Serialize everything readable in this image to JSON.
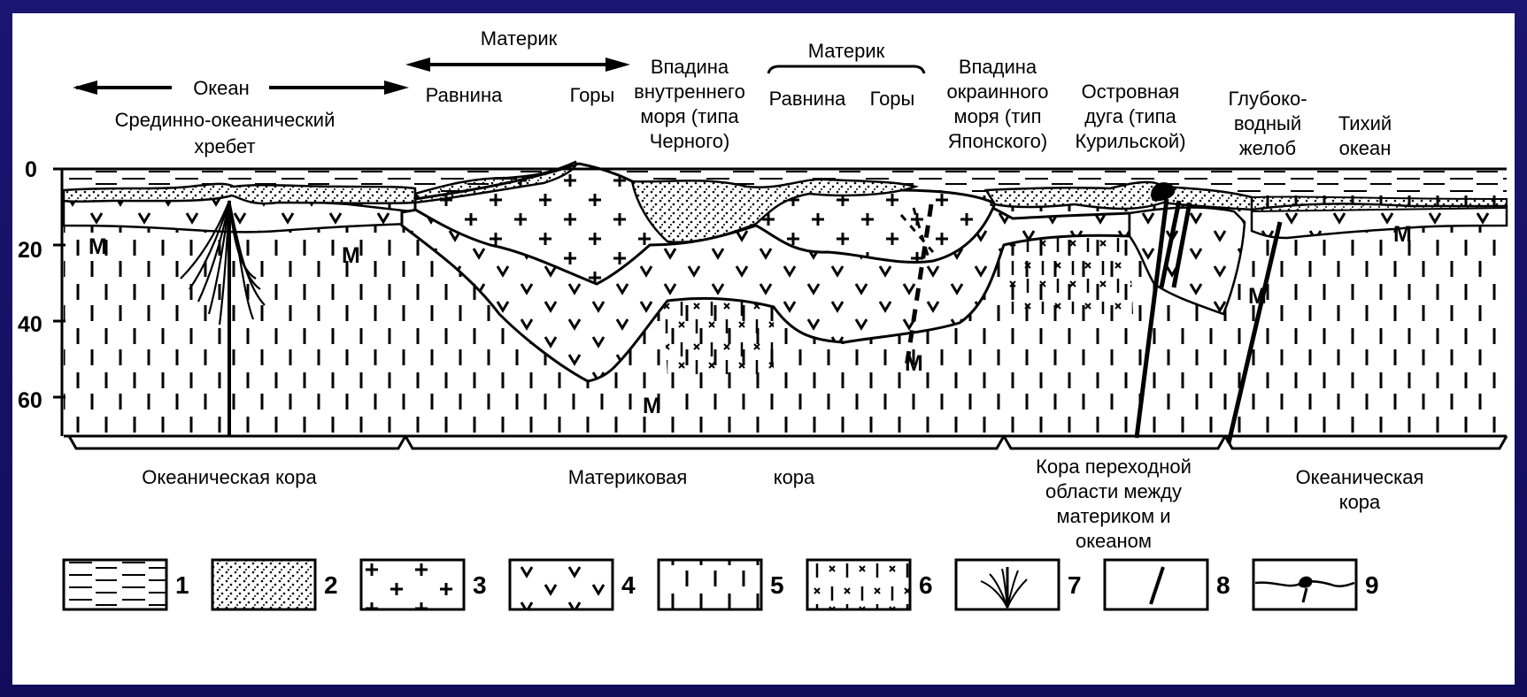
{
  "regions": {
    "ocean_left": "Океан",
    "mid_ocean_ridge": [
      "Срединно-океанический",
      "хребет"
    ],
    "continent_1": "Материк",
    "plain_1": "Равнина",
    "mountains_1": "Горы",
    "inland_sea": [
      "Впадина",
      "внутреннего",
      "моря (типа",
      "Черного)"
    ],
    "continent_2": "Материк",
    "plain_2": "Равнина",
    "mountains_2": "Горы",
    "marginal_sea": [
      "Впадина",
      "окраинного",
      "моря (тип",
      "Японского)"
    ],
    "island_arc": [
      "Островная",
      "дуга (типа",
      "Курильской)"
    ],
    "trench": [
      "Глубоко-",
      "водный",
      "желоб"
    ],
    "pacific": [
      "Тихий",
      "океан"
    ]
  },
  "depth_axis": [
    "0",
    "20",
    "40",
    "60"
  ],
  "moho_label": "М",
  "crust_types": {
    "oceanic_left": "Океаническая кора",
    "continental_a": "Материковая",
    "continental_b": "кора",
    "transitional": [
      "Кора переходной",
      "области между",
      "материком и",
      "океаном"
    ],
    "oceanic_right": [
      "Океаническая",
      "кора"
    ]
  },
  "legend": [
    "1",
    "2",
    "3",
    "4",
    "5",
    "6",
    "7",
    "8",
    "9"
  ],
  "colors": {
    "background": "#16116b",
    "panel": "#ffffff",
    "ink": "#000000"
  }
}
